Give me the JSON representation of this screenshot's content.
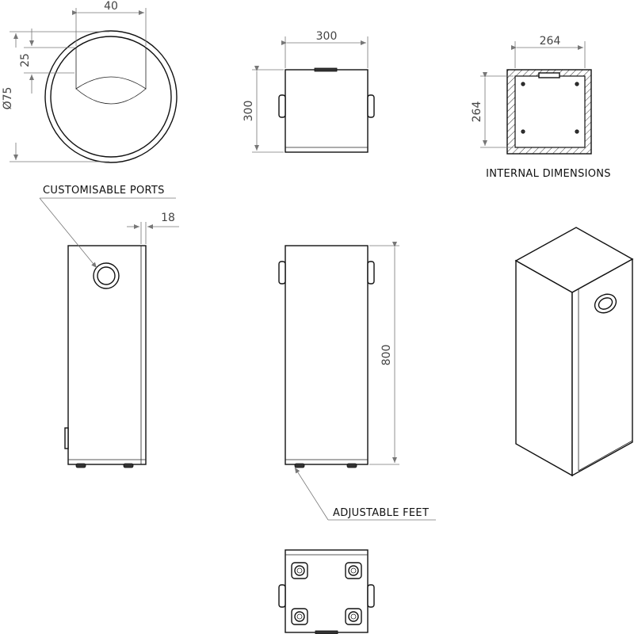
{
  "port_detail": {
    "dim_width": "40",
    "dim_height": "25",
    "dim_diameter": "Ø75"
  },
  "top_view": {
    "dim_width": "300",
    "dim_height": "300"
  },
  "internal_view": {
    "dim_width": "264",
    "dim_height": "264",
    "caption": "INTERNAL DIMENSIONS"
  },
  "side_view": {
    "callout": "CUSTOMISABLE PORTS",
    "dim_thickness": "18"
  },
  "front_view": {
    "dim_height": "800",
    "callout": "ADJUSTABLE FEET"
  },
  "colors": {
    "line": "#111111",
    "dimension": "#777777",
    "background": "#ffffff"
  }
}
